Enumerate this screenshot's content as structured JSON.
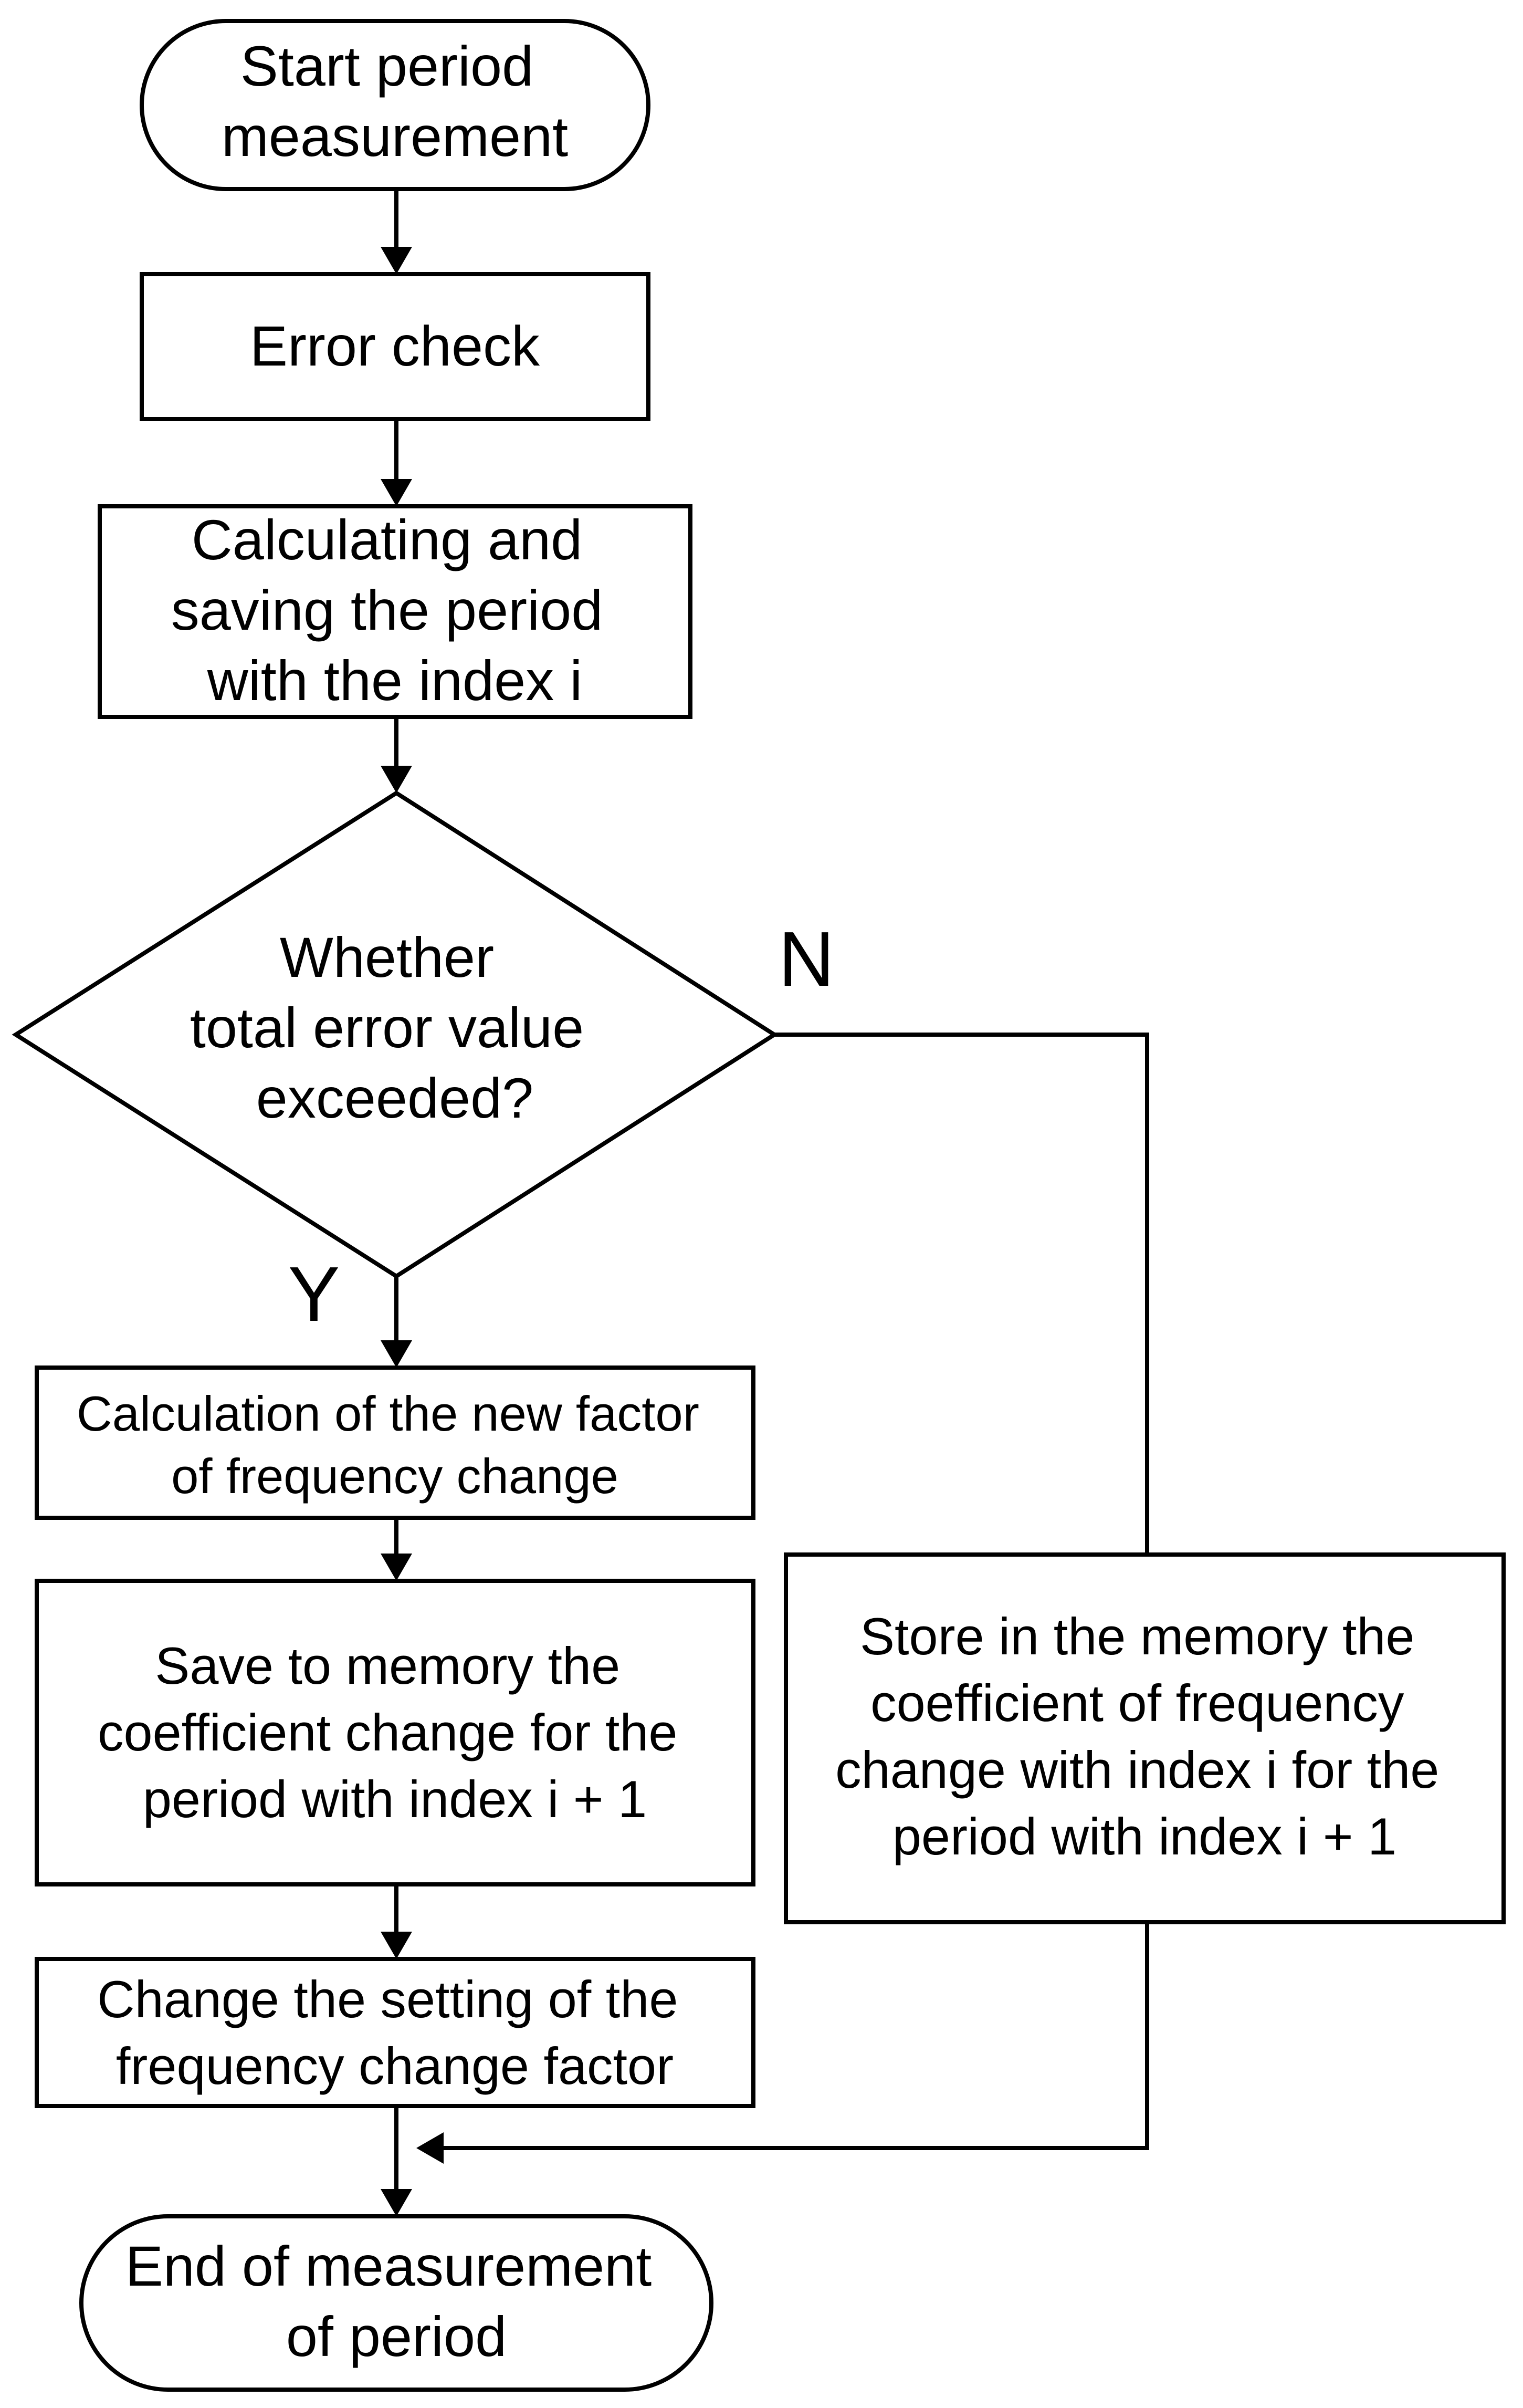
{
  "nodes": {
    "start": {
      "lines": [
        "Start period",
        "measurement"
      ]
    },
    "error_check": {
      "lines": [
        "Error check"
      ]
    },
    "calc_save": {
      "lines": [
        "Calculating and",
        "saving the period",
        "with the index i"
      ]
    },
    "decision": {
      "lines": [
        "Whether",
        "total error value",
        "exceeded?"
      ]
    },
    "calc_factor": {
      "lines": [
        "Calculation of the new factor",
        "of frequency change"
      ]
    },
    "save_coef": {
      "lines": [
        "Save to memory the",
        "coefficient change for the",
        "period with index i + 1"
      ]
    },
    "store_coef": {
      "lines": [
        "Store in the memory the",
        "coefficient of frequency",
        "change with index i for the",
        "period with index i + 1"
      ]
    },
    "change_set": {
      "lines": [
        "Change the setting of the",
        "frequency change factor"
      ]
    },
    "end": {
      "lines": [
        "End of measurement",
        "of period"
      ]
    }
  },
  "branch_labels": {
    "yes": "Y",
    "no": "N"
  }
}
